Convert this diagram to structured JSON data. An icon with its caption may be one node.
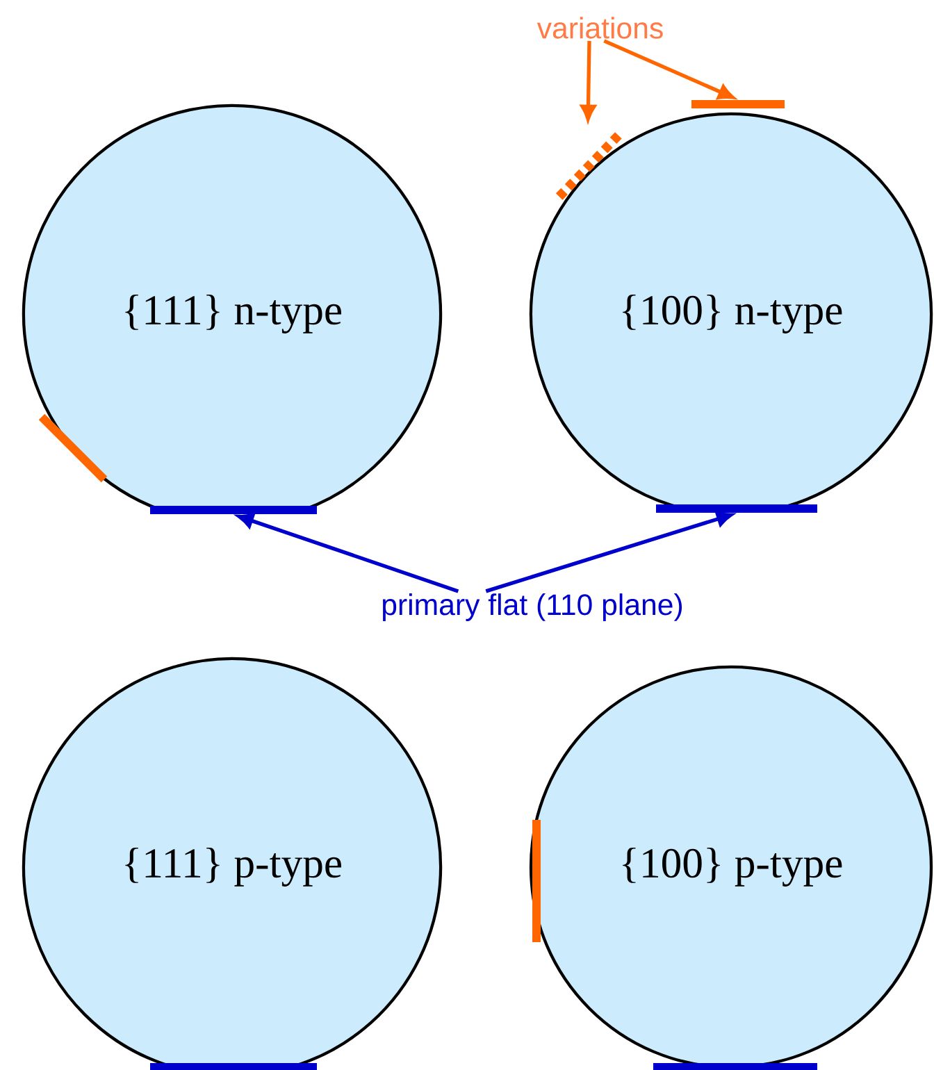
{
  "diagram": {
    "nodes": [
      {
        "text": [
          "variations"
        ]
      },
      {
        "text": [
          "{111} n-type"
        ]
      },
      {
        "text": [
          "{100} n-type"
        ]
      },
      {
        "text": [
          "primary flat (110 plane)"
        ]
      },
      {
        "text": [
          "{111} p-type"
        ]
      },
      {
        "text": [
          "{100} p-type"
        ]
      },
      {
        "text": [],
        "shape": "bar"
      },
      {
        "text": [],
        "shape": "bar"
      },
      {
        "text": [],
        "shape": "bar"
      },
      {
        "text": [],
        "shape": "bar"
      }
    ],
    "edges": [
      {
        "from": 3,
        "to": 6,
        "arrow": "to",
        "color": "#0000cc"
      },
      {
        "from": 3,
        "to": 7,
        "arrow": "to",
        "color": "#0000cc"
      },
      {
        "from": 0,
        "to": 8,
        "arrow": "to",
        "color": "#ff6600"
      },
      {
        "from": 0,
        "to": 9,
        "arrow": "to",
        "color": "#ff6600"
      }
    ]
  }
}
